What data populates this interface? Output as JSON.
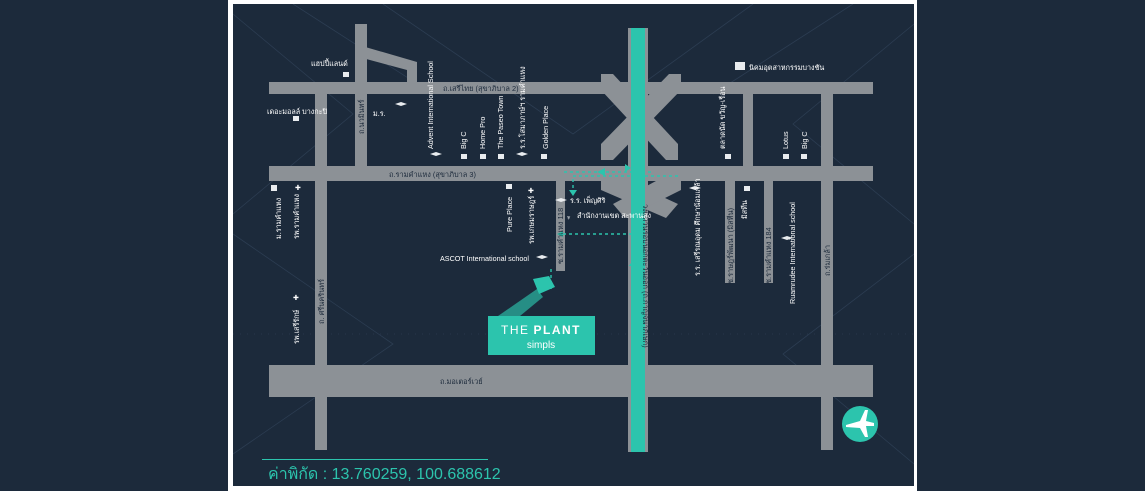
{
  "colors": {
    "outer_bg": "#1c2a3b",
    "map_bg": "#1c2a3b",
    "road": "#8c9196",
    "accent": "#2cc4ad",
    "frame": "#ffffff",
    "text": "#ffffff"
  },
  "roads": {
    "sukhapiban2": "ถ.เสรีไทย (สุขาภิบาล 2)",
    "ramkhamhaeng": "ถ.รามคำแหง (สุขาภิบาล 3)",
    "motorway": "ถ.มอเตอร์เวย์",
    "ring_road": "วงแหวนรอบนอกตะวันออก (ถ.กาญจนาภิเษก)",
    "nawamin": "ถ.นวมินทร์",
    "srinakarin": "ถ. ศรีนครินทร์",
    "ramkhamhaeng118": "ซ.รามคำแหง 118",
    "ramkhamhaeng184": "ซ.รามคำแหง 184",
    "raatpattana": "ซ.ราษฎร์พัฒนา (มิสทีน)",
    "romklao": "ถ.ร่มเกล้า"
  },
  "pois": {
    "happyland": "แฮปปี้แลนด์",
    "fashion_island": "เดอะมอลล์ บางกะปิ",
    "ramkhamhaeng_univ": "ม.ร.",
    "advent": "Advent International School",
    "bigc_left": "Big C",
    "homepro": "Home Pro",
    "paseo": "The Paseo Town",
    "school_hospital": "ร.ร.โสมาภาษ์ฯ รามคำแหง",
    "golden_place": "Golden Place",
    "bangchan_estate": "นิคมอุตสาหกรรมบางชัน",
    "market": "ตลาดนัด ขวัญ-เรือน",
    "lotus": "Lotus",
    "bigc_right": "Big C",
    "hosp_ramkhamhaeng": "รพ.รามคำแหง",
    "ramkhamhaeng_chain": "ม.รามคำแหง",
    "pure_place": "Pure Place",
    "hosp_srinakarin": "รพ.เสรีรักษ์",
    "hosp_kasemrad": "รพ.เกษมราษฎร์",
    "school_pensiri": "ร.ร. เพ็ญศิริ",
    "district_office": "สำนักงานเขต สะพานสูง",
    "ascot": "ASCOT International school",
    "school_seriros": "ร.ร. เสรีรณอุดม ศึกษาน้อมเกล้า",
    "mistine": "มิสทีน",
    "ruamrudee": "Ruamrudee International school"
  },
  "project": {
    "name_a": "THE",
    "name_b": "PLANT",
    "sub": "simpls"
  },
  "coordinates": "ค่าพิกัด : 13.760259, 100.688612",
  "icons": [
    "school-icon",
    "shop-icon",
    "hospital-icon",
    "temple-icon",
    "factory-icon",
    "airplane-icon"
  ]
}
